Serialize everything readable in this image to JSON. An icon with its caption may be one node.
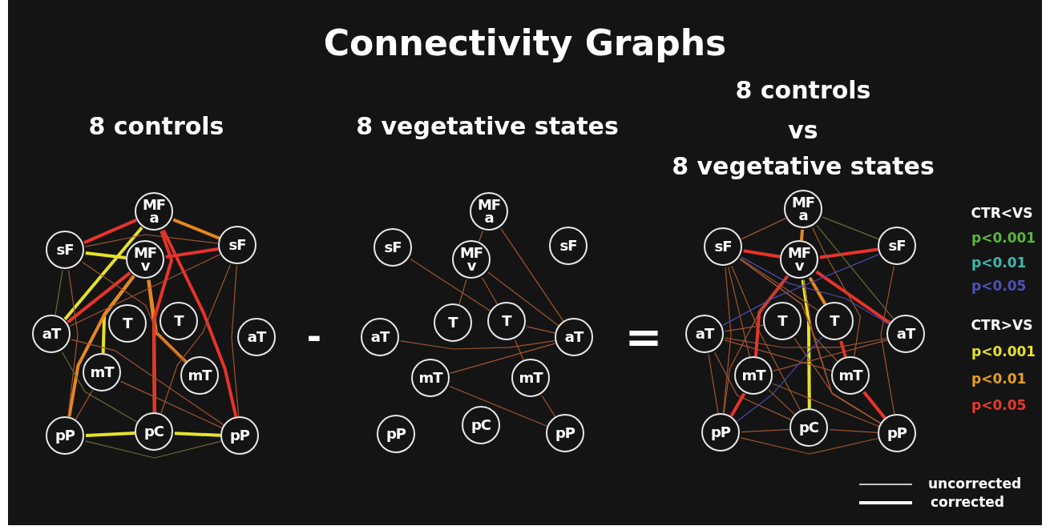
{
  "diagram": {
    "title": "Connectivity Graphs",
    "nodes": [
      {
        "text": [
          "MF a"
        ]
      },
      {
        "text": [
          "sF"
        ]
      },
      {
        "text": [
          "sF"
        ]
      },
      {
        "text": [
          "MF v"
        ]
      },
      {
        "text": [
          "T"
        ]
      },
      {
        "text": [
          "T"
        ]
      },
      {
        "text": [
          "aT"
        ]
      },
      {
        "text": [
          "aT"
        ]
      },
      {
        "text": [
          "mT"
        ]
      },
      {
        "text": [
          "mT"
        ]
      },
      {
        "text": [
          "pP"
        ]
      },
      {
        "text": [
          "pC"
        ]
      },
      {
        "text": [
          "pP"
        ]
      },
      {
        "text": [
          "MF a"
        ]
      },
      {
        "text": [
          "sF"
        ]
      },
      {
        "text": [
          "sF"
        ]
      },
      {
        "text": [
          "MF v"
        ]
      },
      {
        "text": [
          "T"
        ]
      },
      {
        "text": [
          "T"
        ]
      },
      {
        "text": [
          "aT"
        ]
      },
      {
        "text": [
          "aT"
        ]
      },
      {
        "text": [
          "mT"
        ]
      },
      {
        "text": [
          "mT"
        ]
      },
      {
        "text": [
          "pP"
        ]
      },
      {
        "text": [
          "pC"
        ]
      },
      {
        "text": [
          "pP"
        ]
      },
      {
        "text": [
          "MF a"
        ]
      },
      {
        "text": [
          "sF"
        ]
      },
      {
        "text": [
          "sF"
        ]
      },
      {
        "text": [
          "MF v"
        ]
      },
      {
        "text": [
          "T"
        ]
      },
      {
        "text": [
          "T"
        ]
      },
      {
        "text": [
          "aT"
        ]
      },
      {
        "text": [
          "aT"
        ]
      },
      {
        "text": [
          "mT"
        ]
      },
      {
        "text": [
          "mT"
        ]
      },
      {
        "text": [
          "pP"
        ]
      },
      {
        "text": [
          "pC"
        ]
      },
      {
        "text": [
          "pP"
        ]
      }
    ],
    "edges": [
      {
        "from": 0,
        "to": 1,
        "arrow": "none",
        "style": "thick",
        "color": "#e8332a"
      },
      {
        "from": 0,
        "to": 2,
        "arrow": "none",
        "style": "thick",
        "color": "#e8861f"
      },
      {
        "from": 1,
        "to": 3,
        "arrow": "none",
        "style": "thick",
        "color": "#e6e22a"
      },
      {
        "from": 0,
        "to": 6,
        "arrow": "none",
        "style": "thick",
        "color": "#e6e22a"
      },
      {
        "from": 3,
        "to": 2,
        "arrow": "none",
        "style": "thick",
        "color": "#e8332a"
      },
      {
        "from": 0,
        "to": 12,
        "arrow": "none",
        "style": "thick",
        "color": "#e8332a"
      },
      {
        "from": 3,
        "to": 9,
        "arrow": "none",
        "style": "thick",
        "color": "#e8861f"
      },
      {
        "from": 3,
        "to": 6,
        "arrow": "none",
        "style": "thick",
        "color": "#e8332a"
      },
      {
        "from": 3,
        "to": 8,
        "arrow": "none",
        "style": "thick",
        "color": "#e6e22a"
      },
      {
        "from": 3,
        "to": 10,
        "arrow": "none",
        "style": "thick",
        "color": "#e8861f"
      },
      {
        "from": 3,
        "to": 11,
        "arrow": "none",
        "style": "thick",
        "color": "#e8861f"
      },
      {
        "from": 0,
        "to": 11,
        "arrow": "none",
        "style": "thick",
        "color": "#e8332a"
      },
      {
        "from": 10,
        "to": 11,
        "arrow": "none",
        "style": "thick",
        "color": "#e6e22a"
      },
      {
        "from": 11,
        "to": 12,
        "arrow": "none",
        "style": "thick",
        "color": "#e6e22a"
      },
      {
        "from": 10,
        "to": 12,
        "arrow": "none",
        "color": "#6b6b35"
      },
      {
        "from": 1,
        "to": 2,
        "arrow": "none"
      },
      {
        "from": 1,
        "to": 6,
        "arrow": "none",
        "color": "#6b6b35"
      },
      {
        "from": 1,
        "to": 10,
        "arrow": "none"
      },
      {
        "from": 1,
        "to": 9,
        "arrow": "none"
      },
      {
        "from": 2,
        "to": 6,
        "arrow": "none"
      },
      {
        "from": 2,
        "to": 11,
        "arrow": "none"
      },
      {
        "from": 2,
        "to": 12,
        "arrow": "none"
      },
      {
        "from": 6,
        "to": 11,
        "arrow": "none",
        "color": "#6b6b35"
      },
      {
        "from": 6,
        "to": 12,
        "arrow": "none"
      },
      {
        "from": 8,
        "to": 10,
        "arrow": "none"
      },
      {
        "from": 8,
        "to": 12,
        "arrow": "none"
      },
      {
        "from": 13,
        "to": 16,
        "arrow": "none"
      },
      {
        "from": 13,
        "to": 20,
        "arrow": "none"
      },
      {
        "from": 14,
        "to": 18,
        "arrow": "none"
      },
      {
        "from": 16,
        "to": 17,
        "arrow": "none"
      },
      {
        "from": 16,
        "to": 18,
        "arrow": "none"
      },
      {
        "from": 16,
        "to": 20,
        "arrow": "none"
      },
      {
        "from": 18,
        "to": 20,
        "arrow": "none"
      },
      {
        "from": 19,
        "to": 20,
        "arrow": "none"
      },
      {
        "from": 21,
        "to": 20,
        "arrow": "none"
      },
      {
        "from": 18,
        "to": 22,
        "arrow": "none"
      },
      {
        "from": 21,
        "to": 25,
        "arrow": "none"
      },
      {
        "from": 22,
        "to": 25,
        "arrow": "none"
      },
      {
        "from": 27,
        "to": 29,
        "arrow": "none",
        "style": "thick",
        "color": "#e8332a"
      },
      {
        "from": 29,
        "to": 28,
        "arrow": "none",
        "style": "thick",
        "color": "#e8332a"
      },
      {
        "from": 29,
        "to": 33,
        "arrow": "none",
        "style": "thick",
        "color": "#e8332a"
      },
      {
        "from": 29,
        "to": 34,
        "arrow": "none",
        "style": "thick",
        "color": "#e8332a"
      },
      {
        "from": 34,
        "to": 36,
        "arrow": "none",
        "style": "thick",
        "color": "#e8332a"
      },
      {
        "from": 31,
        "to": 35,
        "arrow": "none",
        "style": "thick",
        "color": "#e8332a"
      },
      {
        "from": 35,
        "to": 38,
        "arrow": "none",
        "style": "thick",
        "color": "#e8332a"
      },
      {
        "from": 29,
        "to": 37,
        "arrow": "none",
        "style": "thick",
        "color": "#e6e22a"
      },
      {
        "from": 26,
        "to": 29,
        "arrow": "none",
        "style": "thick",
        "color": "#e8861f"
      },
      {
        "from": 29,
        "to": 31,
        "arrow": "none",
        "style": "thick",
        "color": "#e8861f"
      },
      {
        "from": 26,
        "to": 27,
        "arrow": "none"
      },
      {
        "from": 26,
        "to": 28,
        "arrow": "none",
        "color": "#6b6b35"
      },
      {
        "from": 26,
        "to": 33,
        "arrow": "none",
        "color": "#6b6b35"
      },
      {
        "from": 27,
        "to": 36,
        "arrow": "none"
      },
      {
        "from": 28,
        "to": 38,
        "arrow": "none"
      },
      {
        "from": 27,
        "to": 31,
        "arrow": "none"
      },
      {
        "from": 27,
        "to": 35,
        "arrow": "none"
      },
      {
        "from": 27,
        "to": 37,
        "arrow": "none"
      },
      {
        "from": 27,
        "to": 38,
        "arrow": "none"
      },
      {
        "from": 27,
        "to": 34,
        "arrow": "none"
      },
      {
        "from": 27,
        "to": 33,
        "arrow": "none",
        "color": "#4a4ab0"
      },
      {
        "from": 28,
        "to": 32,
        "arrow": "none",
        "color": "#4a4ab0"
      },
      {
        "from": 32,
        "to": 30,
        "arrow": "none"
      },
      {
        "from": 32,
        "to": 33,
        "arrow": "none"
      },
      {
        "from": 32,
        "to": 35,
        "arrow": "none"
      },
      {
        "from": 32,
        "to": 37,
        "arrow": "none"
      },
      {
        "from": 32,
        "to": 36,
        "arrow": "none"
      },
      {
        "from": 33,
        "to": 34,
        "arrow": "none"
      },
      {
        "from": 34,
        "to": 38,
        "arrow": "none"
      },
      {
        "from": 34,
        "to": 37,
        "arrow": "none"
      },
      {
        "from": 36,
        "to": 37,
        "arrow": "none"
      },
      {
        "from": 37,
        "to": 38,
        "arrow": "none"
      },
      {
        "from": 36,
        "to": 38,
        "arrow": "none"
      },
      {
        "from": 30,
        "to": 38,
        "arrow": "none"
      },
      {
        "from": 29,
        "to": 38,
        "arrow": "none"
      },
      {
        "from": 26,
        "to": 35,
        "arrow": "none"
      },
      {
        "from": 31,
        "to": 36,
        "arrow": "none",
        "color": "#4a4ab0"
      },
      {
        "from": 29,
        "to": 36,
        "arrow": "none"
      }
    ],
    "labels": [
      "8 controls",
      "8 vegetative states",
      "8 controls",
      "vs",
      "8 vegetative states",
      "-",
      "=",
      "CTR<VS",
      "CTR>VS"
    ],
    "legend": [
      {
        "text": "p<0.001",
        "color": "#5ab83a"
      },
      {
        "text": "p<0.01",
        "color": "#3fb8b0"
      },
      {
        "text": "p<0.05",
        "color": "#5050b8"
      },
      {
        "text": "p<0.001",
        "color": "#e6e22a"
      },
      {
        "text": "p<0.01",
        "color": "#e8a020"
      },
      {
        "text": "p<0.05",
        "color": "#e83a2a"
      },
      {
        "text": "uncorrected"
      },
      {
        "text": "corrected"
      }
    ]
  }
}
